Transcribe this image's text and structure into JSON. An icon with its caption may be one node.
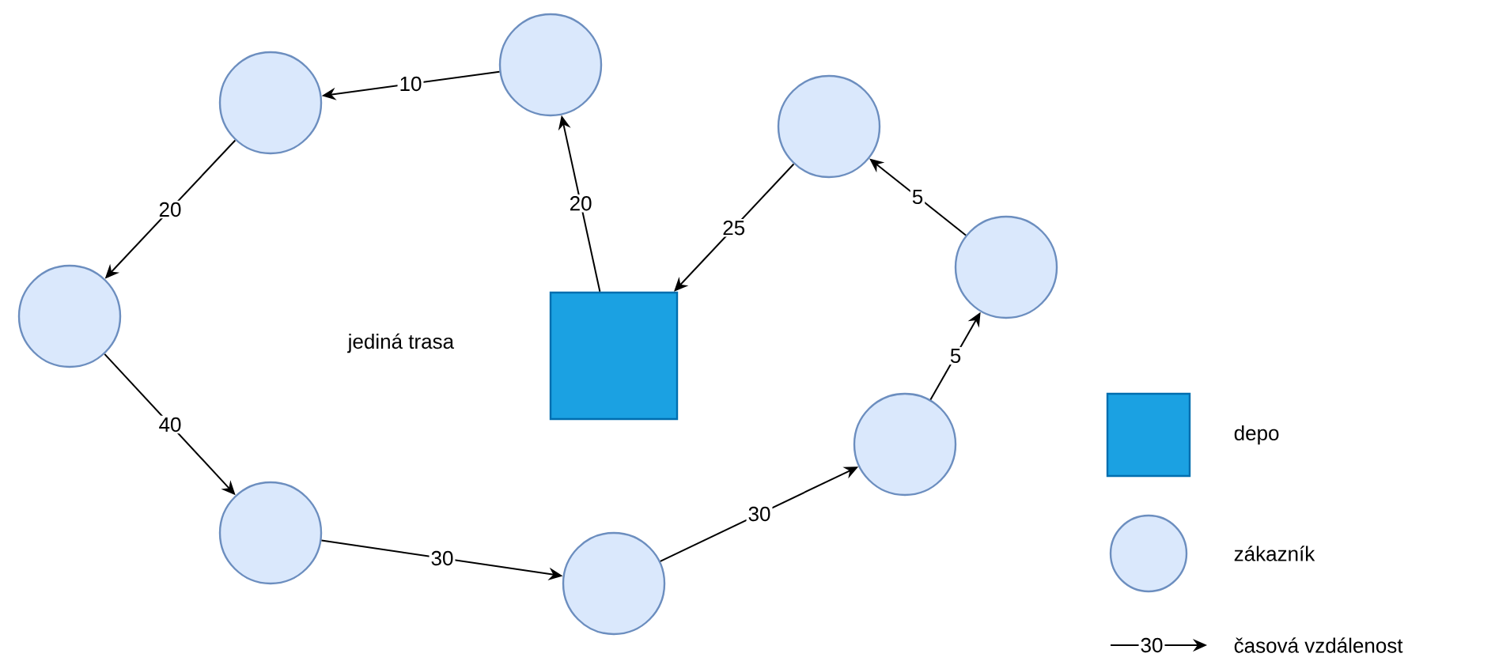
{
  "diagram": {
    "nodes": [
      {
        "text": [],
        "shape": "box"
      },
      {
        "text": [],
        "shape": "circle"
      },
      {
        "text": [],
        "shape": "circle"
      },
      {
        "text": [],
        "shape": "circle"
      },
      {
        "text": [],
        "shape": "circle"
      },
      {
        "text": [],
        "shape": "circle"
      },
      {
        "text": [],
        "shape": "circle"
      },
      {
        "text": [],
        "shape": "circle"
      },
      {
        "text": [],
        "shape": "circle"
      }
    ],
    "edges": [
      {
        "from": 0,
        "to": 1,
        "arrow": "to",
        "label": "20"
      },
      {
        "from": 1,
        "to": 2,
        "arrow": "to",
        "label": "10"
      },
      {
        "from": 2,
        "to": 3,
        "arrow": "to",
        "label": "20"
      },
      {
        "from": 3,
        "to": 4,
        "arrow": "to",
        "label": "40"
      },
      {
        "from": 4,
        "to": 5,
        "arrow": "to",
        "label": "30"
      },
      {
        "from": 5,
        "to": 6,
        "arrow": "to",
        "label": "30"
      },
      {
        "from": 6,
        "to": 7,
        "arrow": "to",
        "label": "5"
      },
      {
        "from": 7,
        "to": 8,
        "arrow": "to",
        "label": "5"
      },
      {
        "from": 8,
        "to": 0,
        "arrow": "to",
        "label": "25"
      }
    ],
    "labels": [
      "jediná trasa",
      "30"
    ],
    "legend": [
      {
        "text": "depo",
        "color": "#1ba1e2"
      },
      {
        "text": "zákazník",
        "color": "#dae8fc"
      },
      {
        "text": "časová vzdálenost"
      }
    ]
  }
}
